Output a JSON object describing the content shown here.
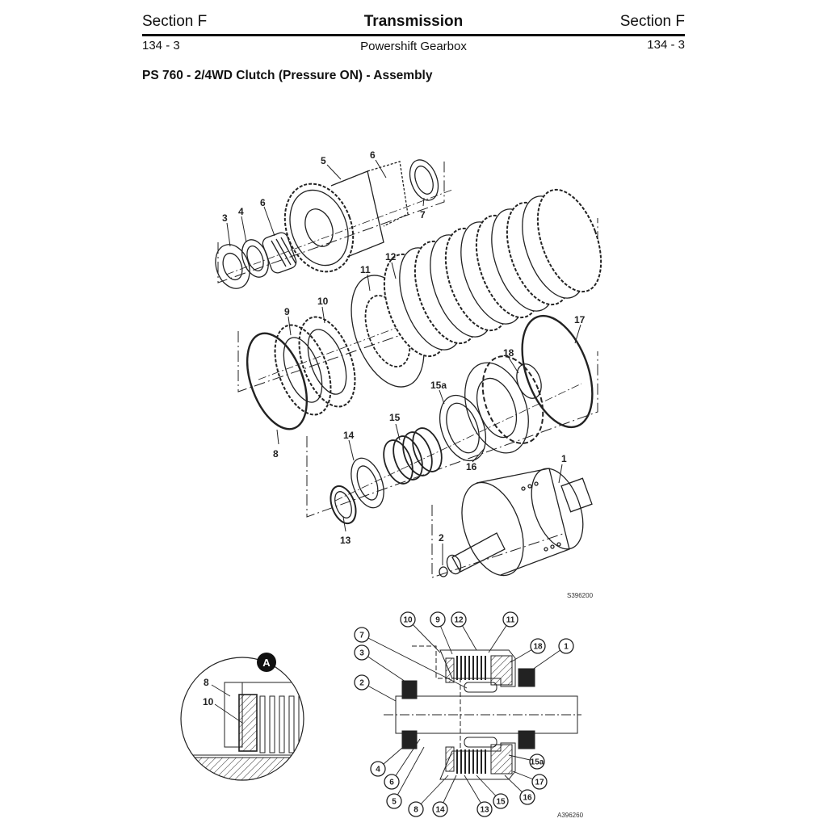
{
  "header": {
    "section_left": "Section F",
    "chapter": "Transmission",
    "section_right": "Section F",
    "page_left": "134 - 3",
    "subchapter": "Powershift Gearbox",
    "page_right": "134 - 3"
  },
  "page_title": "PS 760 - 2/4WD Clutch (Pressure ON) - Assembly",
  "exploded_view": {
    "figure_id": "S396200",
    "callouts": [
      "1",
      "2",
      "3",
      "4",
      "5",
      "6",
      "6",
      "7",
      "8",
      "9",
      "10",
      "11",
      "12",
      "13",
      "14",
      "15",
      "15a",
      "16",
      "17",
      "18"
    ]
  },
  "detail_view": {
    "badge": "A",
    "callouts": [
      "8",
      "10"
    ]
  },
  "section_view": {
    "figure_id": "A396260",
    "callouts_top": [
      "10",
      "9",
      "12",
      "11",
      "7",
      "3",
      "18",
      "1",
      "2"
    ],
    "callouts_bottom": [
      "4",
      "6",
      "5",
      "8",
      "14",
      "13",
      "15",
      "16",
      "17",
      "15a"
    ]
  }
}
